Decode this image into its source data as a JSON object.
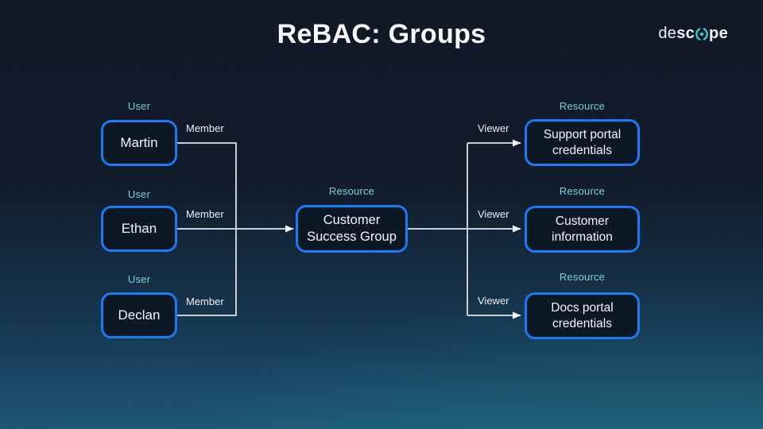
{
  "header": {
    "title": "ReBAC: Groups",
    "logo": {
      "prefix": "de",
      "mid": "sc",
      "suffix": "pe"
    }
  },
  "diagram": {
    "users": [
      {
        "type_label": "User",
        "name": "Martin",
        "edge_label": "Member"
      },
      {
        "type_label": "User",
        "name": "Ethan",
        "edge_label": "Member"
      },
      {
        "type_label": "User",
        "name": "Declan",
        "edge_label": "Member"
      }
    ],
    "group": {
      "type_label": "Resource",
      "name": "Customer Success Group"
    },
    "resources": [
      {
        "type_label": "Resource",
        "name": "Support portal credentials",
        "edge_label": "Viewer"
      },
      {
        "type_label": "Resource",
        "name": "Customer information",
        "edge_label": "Viewer"
      },
      {
        "type_label": "Resource",
        "name": "Docs portal credentials",
        "edge_label": "Viewer"
      }
    ]
  },
  "colors": {
    "accent_blue": "#1B7AF5",
    "teal_label": "#7BD0DC",
    "logo_teal": "#38D5DD",
    "connector": "#C9CED5",
    "arrowhead": "#F2F4F6",
    "node_fill": "#0D1825",
    "background_top": "#0C1422",
    "background_bottom": "#175068"
  }
}
